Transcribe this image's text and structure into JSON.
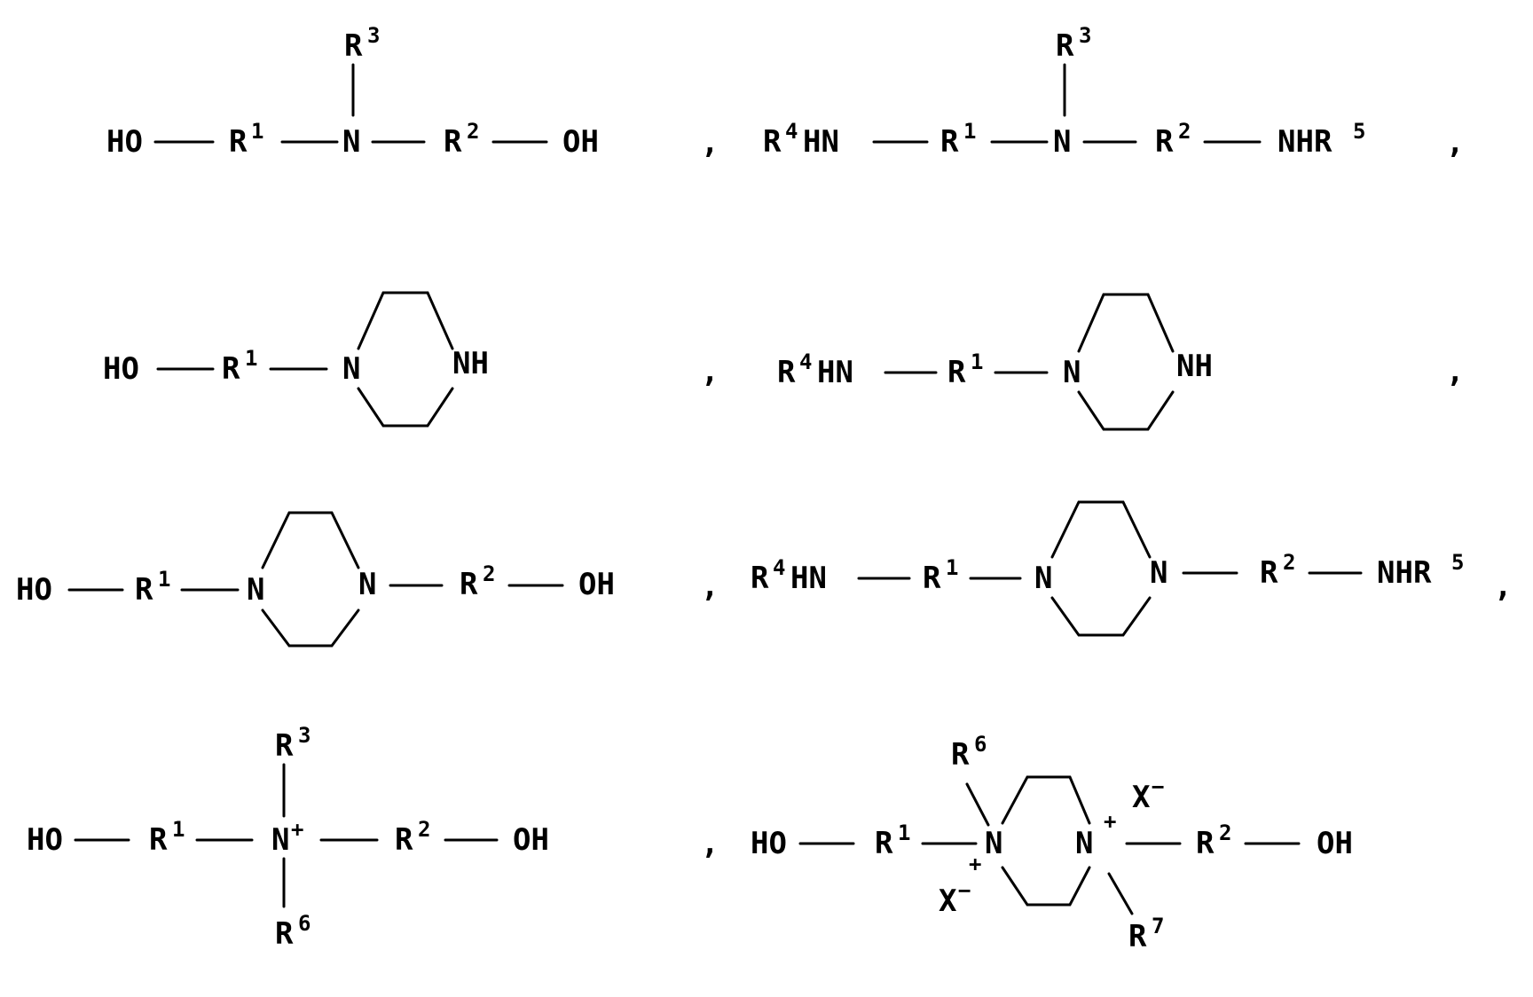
{
  "figure": {
    "structures": [
      {
        "id": "s1",
        "labels": {
          "ho_left": "HO",
          "r1": "R",
          "r1_sup": "1",
          "n": "N",
          "r3": "R",
          "r3_sup": "3",
          "r2": "R",
          "r2_sup": "2",
          "oh_right": "OH"
        },
        "separator": ","
      },
      {
        "id": "s2",
        "labels": {
          "r4": "R",
          "r4_sup": "4",
          "hn": "HN",
          "r1": "R",
          "r1_sup": "1",
          "n": "N",
          "r3": "R",
          "r3_sup": "3",
          "r2": "R",
          "r2_sup": "2",
          "nhr": "NHR",
          "r5_sup": "5"
        },
        "separator": ","
      },
      {
        "id": "s3",
        "labels": {
          "ho_left": "HO",
          "r1": "R",
          "r1_sup": "1",
          "n": "N",
          "nh": "NH"
        },
        "separator": ","
      },
      {
        "id": "s4",
        "labels": {
          "r4": "R",
          "r4_sup": "4",
          "hn": "HN",
          "r1": "R",
          "r1_sup": "1",
          "n": "N",
          "nh": "NH"
        },
        "separator": ","
      },
      {
        "id": "s5",
        "labels": {
          "ho_left": "HO",
          "r1": "R",
          "r1_sup": "1",
          "n_left": "N",
          "n_right": "N",
          "r2": "R",
          "r2_sup": "2",
          "oh_right": "OH"
        },
        "separator": ","
      },
      {
        "id": "s6",
        "labels": {
          "r4": "R",
          "r4_sup": "4",
          "hn": "HN",
          "r1": "R",
          "r1_sup": "1",
          "n_left": "N",
          "n_right": "N",
          "r2": "R",
          "r2_sup": "2",
          "nhr": "NHR",
          "r5_sup": "5"
        },
        "separator": ","
      },
      {
        "id": "s7",
        "labels": {
          "ho_left": "HO",
          "r1": "R",
          "r1_sup": "1",
          "n": "N",
          "plus": "+",
          "r3": "R",
          "r3_sup": "3",
          "r6": "R",
          "r6_sup": "6",
          "r2": "R",
          "r2_sup": "2",
          "oh_right": "OH"
        },
        "separator": ","
      },
      {
        "id": "s8",
        "labels": {
          "ho_left": "HO",
          "r1": "R",
          "r1_sup": "1",
          "n_left": "N",
          "n_right": "N",
          "plus": "+",
          "x": "X",
          "minus": "−",
          "r6": "R",
          "r6_sup": "6",
          "r7": "R",
          "r7_sup": "7",
          "r2": "R",
          "r2_sup": "2",
          "oh_right": "OH"
        }
      }
    ]
  }
}
